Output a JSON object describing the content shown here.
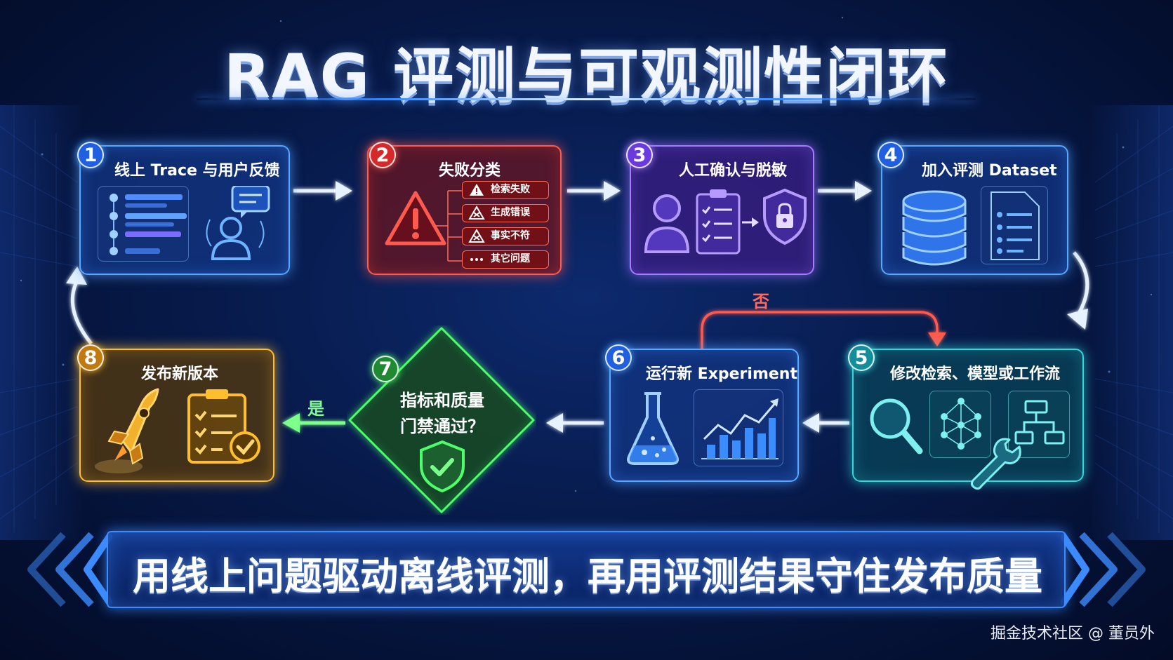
{
  "title": "RAG 评测与可观测性闭环",
  "steps": [
    {
      "number": "1",
      "title": "线上 Trace 与用户反馈"
    },
    {
      "number": "2",
      "title": "失败分类",
      "categories": [
        "检索失败",
        "生成错误",
        "事实不符",
        "其它问题"
      ]
    },
    {
      "number": "3",
      "title": "人工确认与脱敏"
    },
    {
      "number": "4",
      "title": "加入评测 Dataset"
    },
    {
      "number": "5",
      "title": "修改检索、模型或工作流"
    },
    {
      "number": "6",
      "title": "运行新 Experiment"
    },
    {
      "number": "7",
      "title_line1": "指标和质量",
      "title_line2": "门禁通过？"
    },
    {
      "number": "8",
      "title": "发布新版本"
    }
  ],
  "labels": {
    "no": "否",
    "yes": "是"
  },
  "slogan": "用线上问题驱动离线评测，再用评测结果守住发布质量",
  "watermark": "掘金技术社区 @ 董员外",
  "colors": {
    "blue": "#58a6ff",
    "red": "#ff5a4e",
    "purple": "#a67bff",
    "cyan": "#35d6d8",
    "gold": "#ffbe2e",
    "green": "#4cff6a",
    "arrow": "#9fd0ff"
  },
  "icons": [
    "trace-list-icon",
    "user-feedback-icon",
    "warning-icon",
    "checklist-icon",
    "shield-lock-icon",
    "database-icon",
    "document-icon",
    "search-icon",
    "neural-network-icon",
    "wrench-icon",
    "flowchart-icon",
    "flask-icon",
    "bar-chart-icon",
    "shield-check-icon",
    "rocket-icon",
    "clipboard-check-icon"
  ]
}
